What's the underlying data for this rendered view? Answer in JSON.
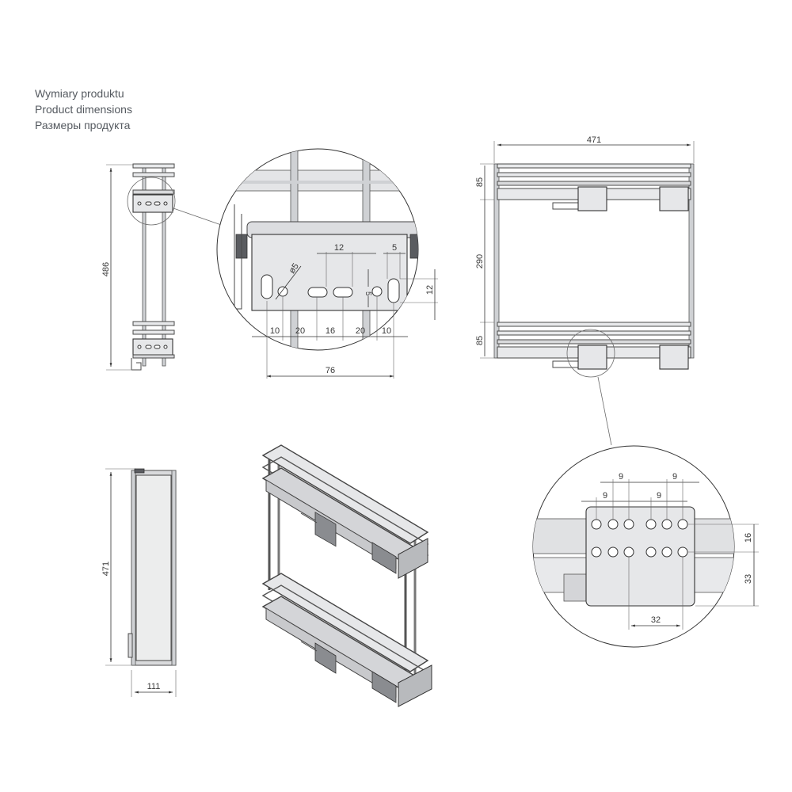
{
  "header": {
    "title_pl": "Wymiary produktu",
    "title_en": "Product dimensions",
    "title_ru": "Размеры продукта"
  },
  "side_view": {
    "height": "486"
  },
  "detail_bracket": {
    "dim_12_top": "12",
    "dim_5_top": "5",
    "dim_diameter": "ø5",
    "dim_5_slot": "5",
    "dim_12_right": "12",
    "dim_10_a": "10",
    "dim_20_a": "20",
    "dim_16": "16",
    "dim_20_b": "20",
    "dim_10_b": "10",
    "dim_76": "76"
  },
  "front_view": {
    "width": "471",
    "top_shelf": "85",
    "gap": "290",
    "bottom_shelf": "85"
  },
  "detail_holes": {
    "dim_9_a": "9",
    "dim_9_b": "9",
    "dim_9_c": "9",
    "dim_9_d": "9",
    "dim_16": "16",
    "dim_33": "33",
    "dim_32": "32"
  },
  "top_view": {
    "depth": "471",
    "width": "111"
  },
  "colors": {
    "line": "#4a4a4a",
    "metal": "#d9dadc",
    "title": "#555a60"
  }
}
